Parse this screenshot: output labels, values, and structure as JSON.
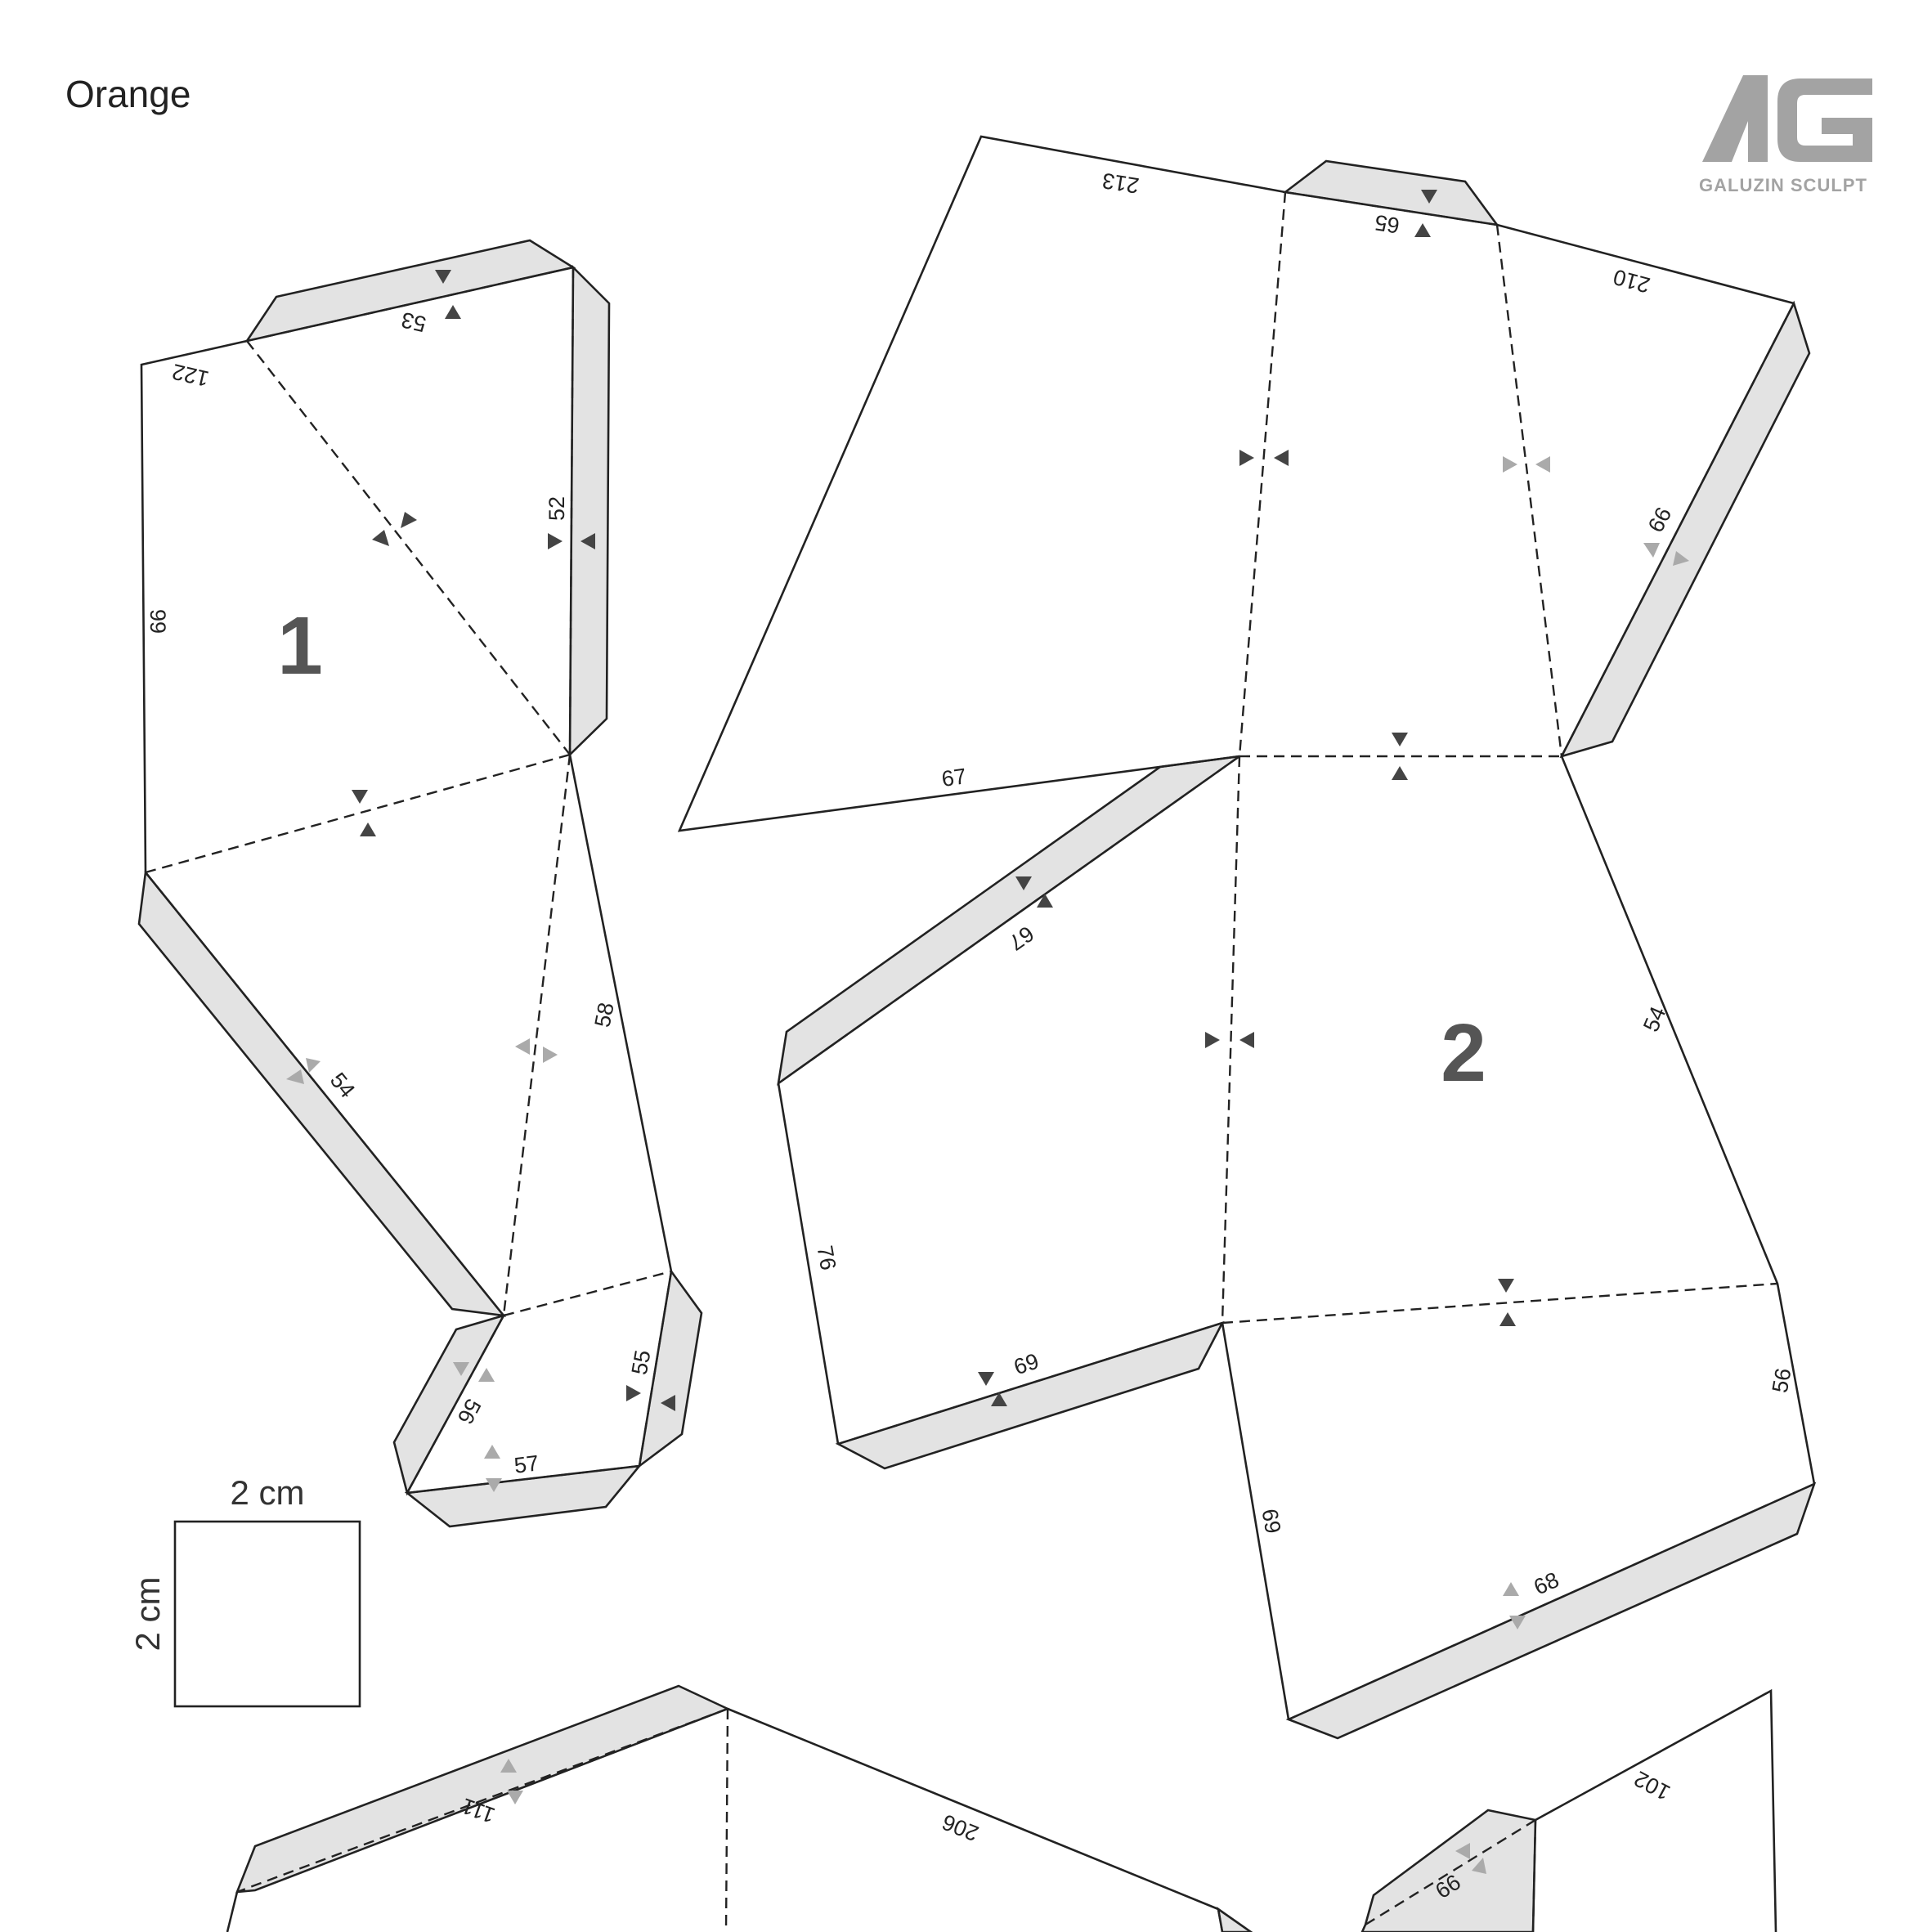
{
  "header": {
    "title": "Orange",
    "logo_mark": "AG",
    "logo_text": "GALUZIN SCULPT"
  },
  "scale": {
    "width_label": "2 cm",
    "height_label": "2 cm"
  },
  "parts": [
    {
      "number": "1",
      "edges": [
        "122",
        "53",
        "52",
        "99",
        "58",
        "54",
        "55",
        "56",
        "57"
      ]
    },
    {
      "number": "2",
      "edges": [
        "213",
        "65",
        "210",
        "66",
        "67",
        "67",
        "54",
        "76",
        "69",
        "56",
        "69",
        "68"
      ]
    },
    {
      "number": "",
      "edges": [
        "111",
        "206"
      ]
    },
    {
      "number": "",
      "edges": [
        "102",
        "66"
      ]
    }
  ],
  "colors": {
    "tab_fill": "#e3e3e3",
    "line": "#222222",
    "marker_dark": "#444444",
    "marker_light": "#aaaaaa",
    "part_number": "#555555",
    "logo": "#a3a3a3"
  }
}
